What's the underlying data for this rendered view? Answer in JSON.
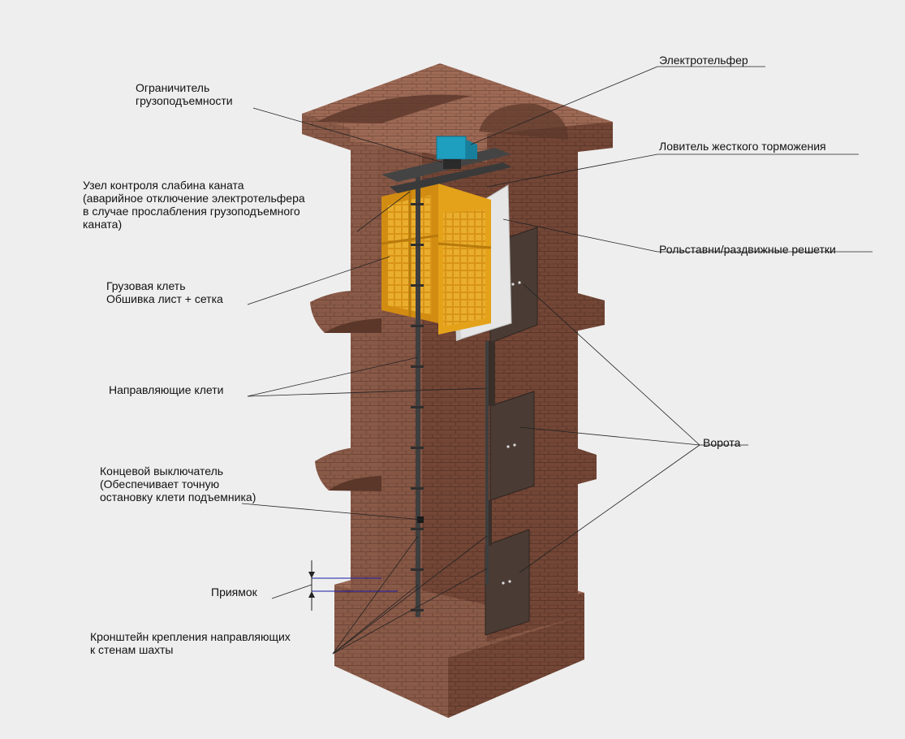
{
  "colors": {
    "background": "#eeeeee",
    "brick": "#8a5a48",
    "brick_dark": "#6e4536",
    "brick_light": "#a06a56",
    "cage": "#e4a21a",
    "hoist": "#1f9fc0",
    "gate": "#4a3c34",
    "pit_marker": "#1a1aa8"
  },
  "labels": {
    "hoist": [
      "Электротельфер"
    ],
    "load_limiter": [
      "Ограничитель",
      "грузоподъемности"
    ],
    "catcher": [
      "Ловитель жесткого торможения"
    ],
    "slack_rope": [
      "Узел контроля слабина каната",
      "(аварийное отключение электротельфера",
      "в случае прослабления грузоподъемного",
      "каната)"
    ],
    "shutters": [
      "Рольставни/раздвижные решетки"
    ],
    "cage": [
      "Грузовая клеть",
      "Обшивка лист + сетка"
    ],
    "guides": [
      "Направляющие клети"
    ],
    "gates": [
      "Ворота"
    ],
    "limit_switch": [
      "Концевой выключатель",
      "(Обеспечивает точную",
      "остановку клети подъемника)"
    ],
    "pit": [
      "Приямок"
    ],
    "bracket": [
      "Кронштейн крепления направляющих",
      "к стенам шахты"
    ]
  }
}
